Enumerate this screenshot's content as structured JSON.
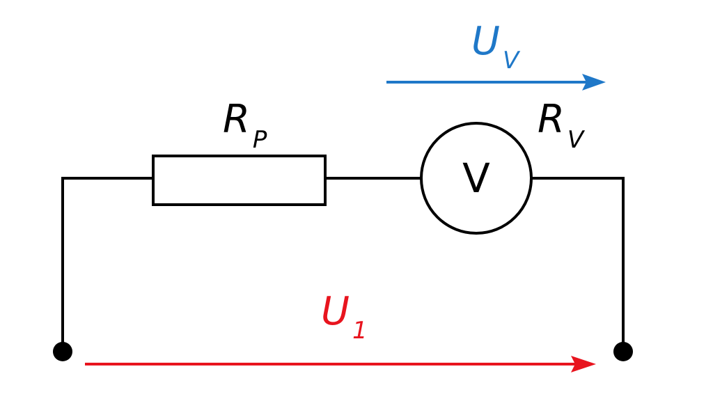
{
  "diagram": {
    "colors": {
      "wire": "#000000",
      "voltage_measured": "#1f78c8",
      "voltage_source": "#e8141e"
    },
    "resistor": {
      "label_main": "R",
      "label_sub": "P"
    },
    "voltmeter": {
      "symbol": "V",
      "label_main": "R",
      "label_sub": "V"
    },
    "voltage_measured": {
      "label_main": "U",
      "label_sub": "V"
    },
    "voltage_source": {
      "label_main": "U",
      "label_sub": "1"
    }
  }
}
